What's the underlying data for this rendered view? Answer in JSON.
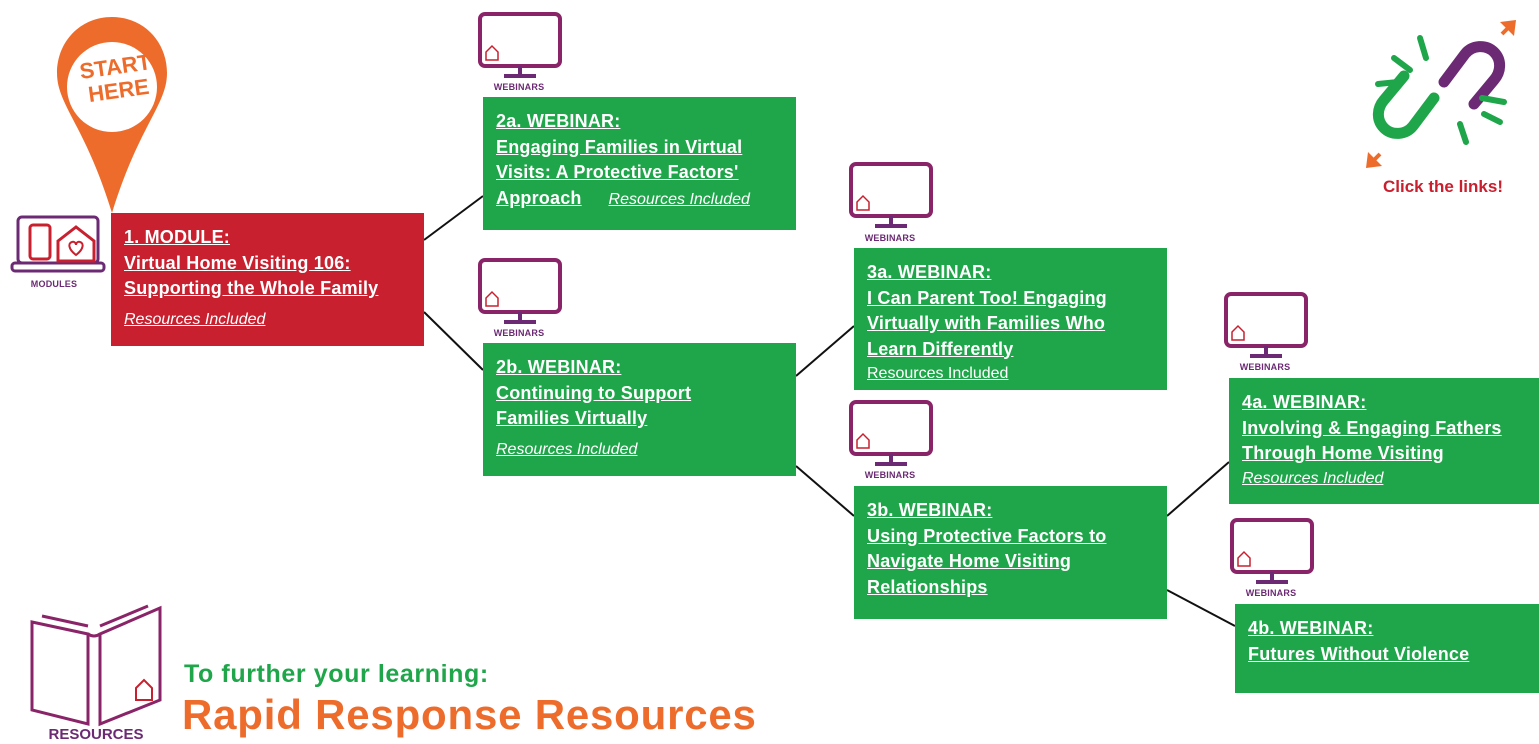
{
  "start_pin": {
    "line1": "START",
    "line2": "HERE"
  },
  "links_callout": {
    "text": "Click the links!"
  },
  "icon_labels": {
    "modules": "MODULES",
    "webinars": "WEBINARS",
    "resources": "RESOURCES"
  },
  "nodes": {
    "m1": {
      "line1": "1. MODULE:",
      "line2": "Virtual Home Visiting 106: ",
      "line3": "Supporting the Whole Family",
      "resources": "Resources Included"
    },
    "w2a": {
      "line1": "2a. WEBINAR:",
      "line2": "Engaging Families in Virtual",
      "line3": "Visits: A Protective Factors'",
      "line4": "Approach",
      "resources": "Resources Included"
    },
    "w2b": {
      "line1": "2b. WEBINAR:",
      "line2": "Continuing to Support",
      "line3": "Families Virtually",
      "resources": "Resources Included"
    },
    "w3a": {
      "line1": "3a. WEBINAR:",
      "line2": "I Can Parent Too! Engaging",
      "line3": "Virtually with Families Who",
      "line4": "Learn Differently",
      "resources": "Resources Included"
    },
    "w3b": {
      "line1": "3b. WEBINAR:",
      "line2": "Using Protective Factors to",
      "line3": "Navigate Home Visiting",
      "line4": "Relationships"
    },
    "w4a": {
      "line1": "4a. WEBINAR:",
      "line2": "Involving & Engaging Fathers",
      "line3": "Through Home Visiting",
      "resources": "Resources Included"
    },
    "w4b": {
      "line1": "4b. WEBINAR:",
      "line2": "Futures Without Violence"
    }
  },
  "footer": {
    "subtitle": "To further your learning:",
    "title": "Rapid Response Resources"
  },
  "colors": {
    "green": "#1fa64a",
    "red": "#c8202f",
    "orange": "#ee6c2b",
    "purple": "#6b2a73",
    "callout_red": "#c8202f"
  }
}
